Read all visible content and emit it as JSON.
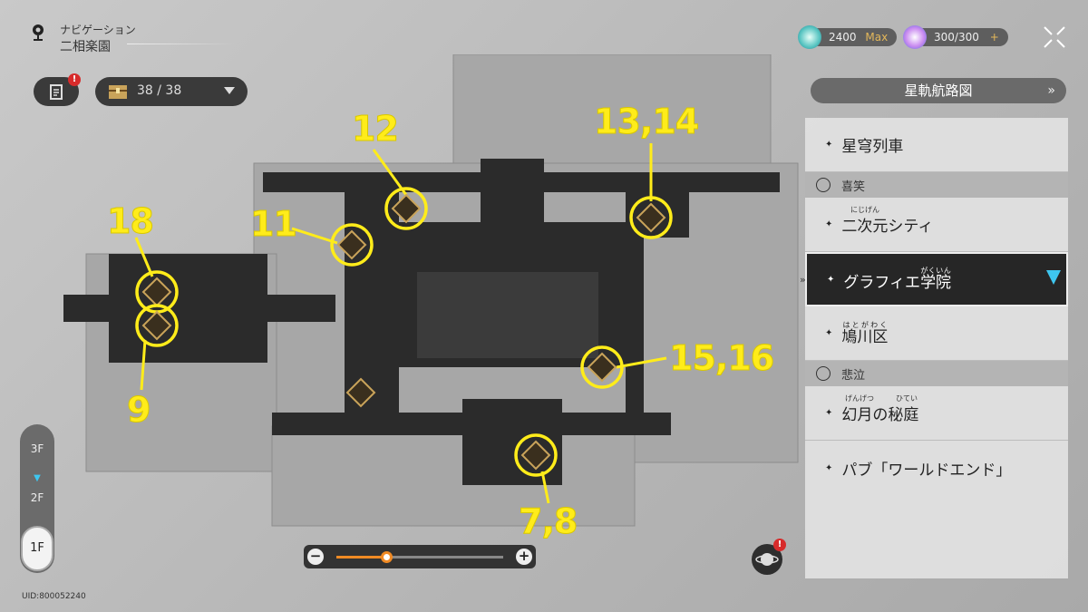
{
  "nav": {
    "title": "ナビゲーション",
    "location": "二相楽園"
  },
  "chest": {
    "count": "38 / 38"
  },
  "quest": {
    "badge": "!"
  },
  "currency": [
    {
      "value": "2400",
      "suffix": "Max"
    },
    {
      "value": "300/300",
      "suffix": "+"
    }
  ],
  "route_button": {
    "label": "星軌航路図",
    "chevron": "»"
  },
  "list": {
    "top": {
      "label": "星穹列車"
    },
    "cat1": "喜笑",
    "items1": [
      {
        "label": "二次元シティ",
        "ruby": "にじげん",
        "base": "二次元"
      },
      {
        "label": "グラフィエ学院",
        "ruby": "がくいん",
        "base": "学院",
        "pre": "グラフィエ"
      },
      {
        "label": "鳩川区",
        "ruby": "はとがわく",
        "base": "鳩川区"
      }
    ],
    "cat2": "悲泣",
    "items2": [
      {
        "label": "幻月の秘庭",
        "ruby1": "げんげつ",
        "base1": "幻月",
        "mid": "の",
        "ruby2": "ひてい",
        "base2": "秘庭"
      },
      {
        "label": "パブ「ワールドエンド」"
      }
    ]
  },
  "floors": [
    "3F",
    "2F",
    "1F"
  ],
  "current_floor": "1F",
  "uid": "UID:800052240",
  "zoom": {
    "minus": "−",
    "plus": "+",
    "level": 0.3
  },
  "markers": [
    "12",
    "13,14",
    "11",
    "18",
    "9",
    "15,16",
    "7,8"
  ],
  "colors": {
    "marker": "#ffec1a",
    "accent": "#3ec6ef",
    "slider": "#f08a24"
  }
}
